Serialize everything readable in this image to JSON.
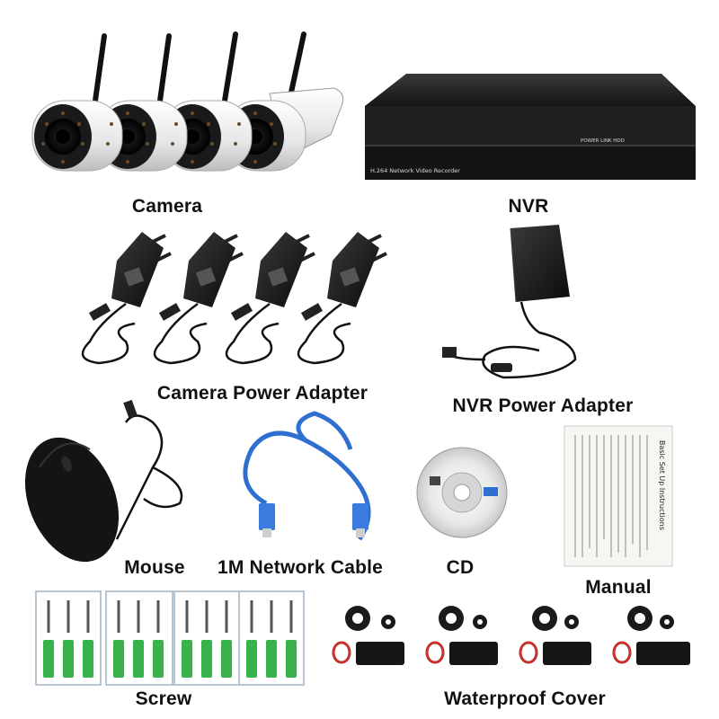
{
  "labels": {
    "camera": "Camera",
    "nvr": "NVR",
    "camera_power_adapter": "Camera Power Adapter",
    "nvr_power_adapter": "NVR Power Adapter",
    "mouse": "Mouse",
    "network_cable": "1M Network Cable",
    "cd": "CD",
    "manual": "Manual",
    "screw": "Screw",
    "waterproof_cover": "Waterproof Cover"
  },
  "nvr_device": {
    "front_text": "H.264 Network Video Recorder",
    "indicator_text": "POWER  LINK  HDD"
  },
  "manual_doc": {
    "title": "Basic Set Up Instructions"
  },
  "colors": {
    "camera_body": "#f2f2f2",
    "nvr_body": "#1c1c1c",
    "cable": "#2f6fd0",
    "anchor": "#38b24a",
    "seal_ring": "#c8322a"
  }
}
